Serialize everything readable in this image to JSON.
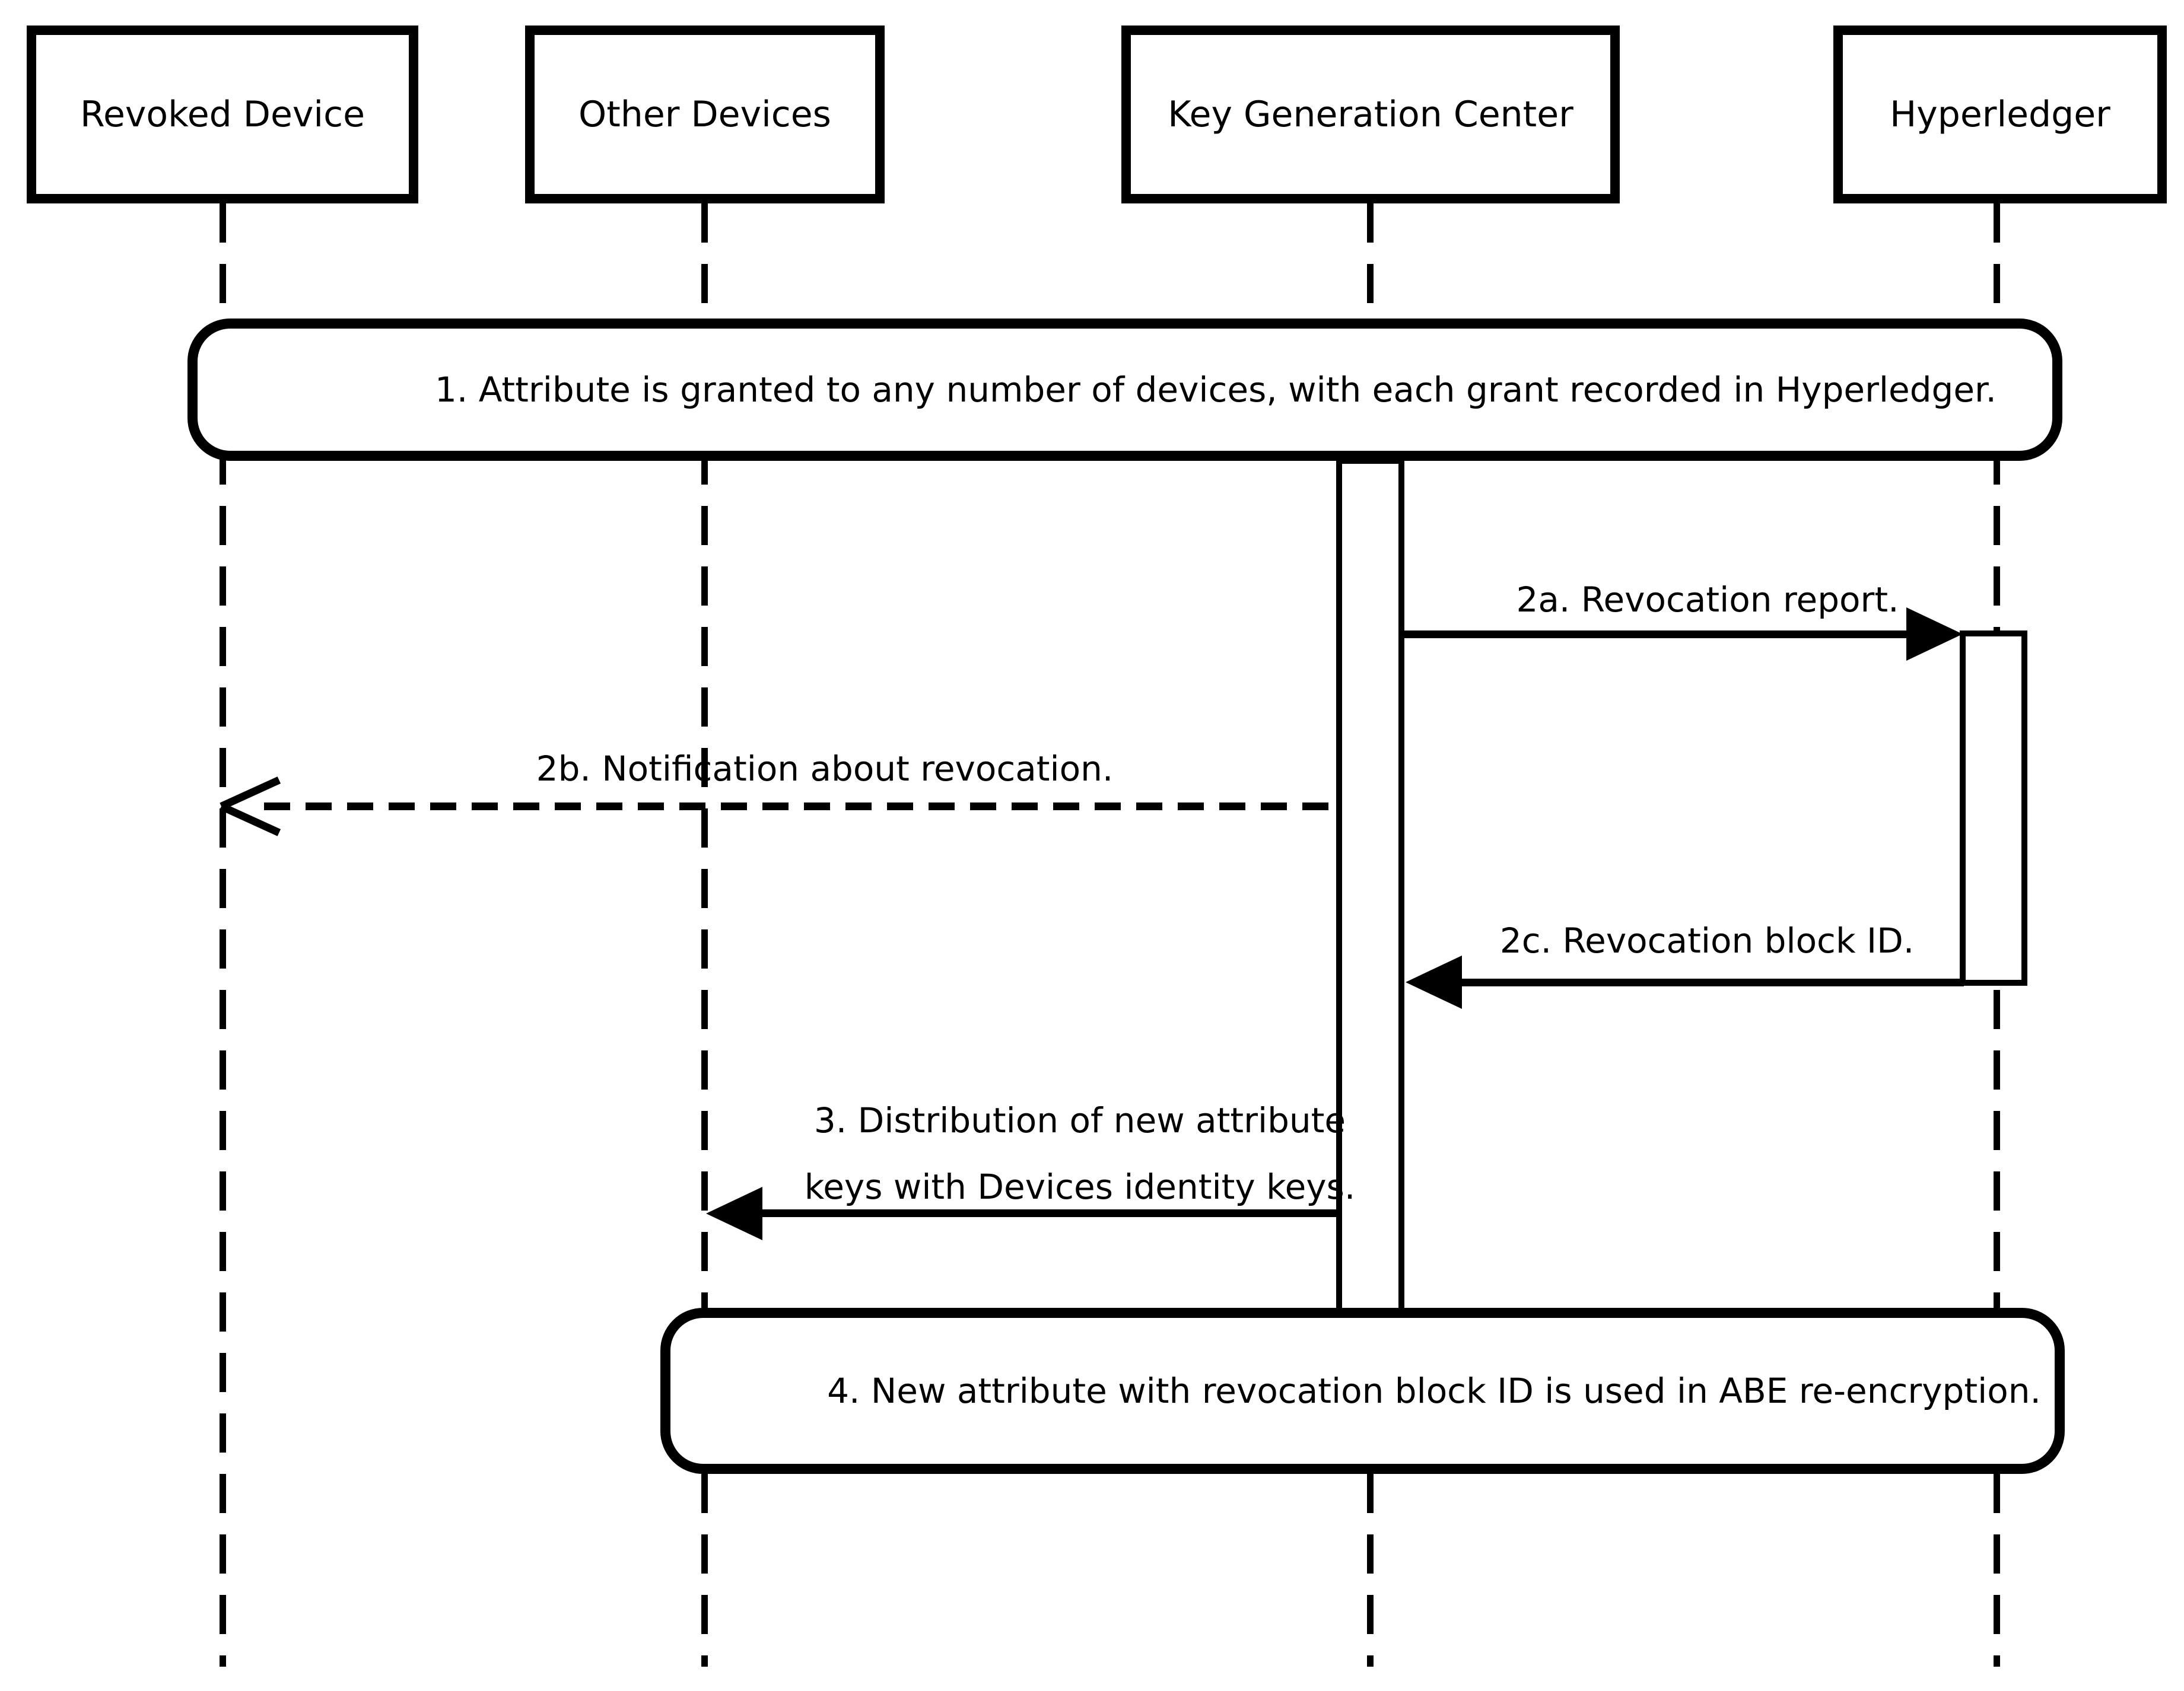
{
  "diagram": {
    "type": "uml-sequence-diagram",
    "colors": {
      "background": "#ffffff",
      "line": "#000000",
      "text": "#000000"
    },
    "actors": [
      {
        "label": "Revoked Device"
      },
      {
        "label": "Other Devices"
      },
      {
        "label": "Key Generation Center"
      },
      {
        "label": "Hyperledger"
      }
    ],
    "notes": [
      {
        "label": "1. Attribute is granted to any number of devices, with each grant recorded in Hyperledger."
      },
      {
        "label": "4. New attribute with revocation block ID is used in ABE re-encryption."
      }
    ],
    "messages": [
      {
        "id": "2a",
        "label": "2a. Revocation report.",
        "from": "Key Generation Center",
        "to": "Hyperledger",
        "line": "solid",
        "arrowhead": "filled"
      },
      {
        "id": "2b",
        "label": "2b. Notification about revocation.",
        "from": "Key Generation Center",
        "to": "Revoked Device",
        "line": "dashed",
        "arrowhead": "open"
      },
      {
        "id": "2c",
        "label": "2c. Revocation block ID.",
        "from": "Hyperledger",
        "to": "Key Generation Center",
        "line": "solid",
        "arrowhead": "filled"
      },
      {
        "id": "3",
        "label": "3. Distribution of new attribute\nkeys with Devices identity keys.",
        "from": "Key Generation Center",
        "to": "Other Devices",
        "line": "solid",
        "arrowhead": "filled"
      }
    ]
  }
}
